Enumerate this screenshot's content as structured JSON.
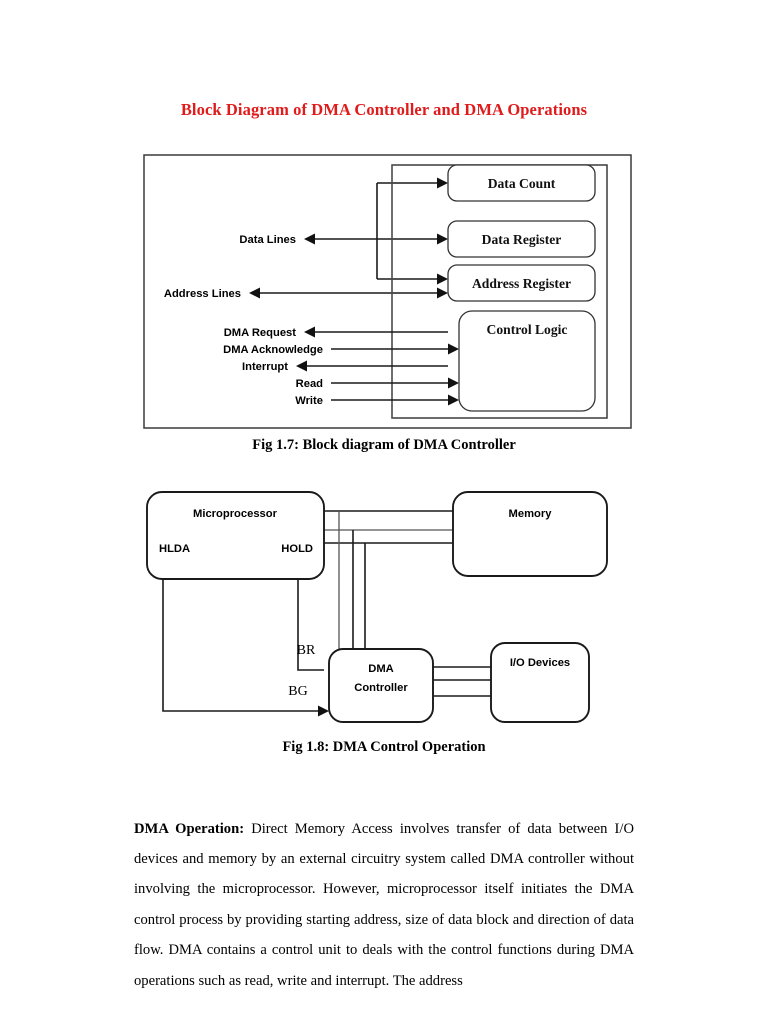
{
  "document": {
    "title": "Block Diagram of DMA Controller and DMA Operations",
    "title_color": "#e01b1b"
  },
  "figure1": {
    "caption": "Fig 1.7: Block diagram of DMA Controller",
    "blocks": [
      {
        "id": "data-count",
        "label": "Data Count"
      },
      {
        "id": "data-register",
        "label": "Data Register"
      },
      {
        "id": "address-register",
        "label": "Address Register"
      },
      {
        "id": "control-logic",
        "label": "Control Logic"
      }
    ],
    "signals": [
      {
        "id": "data-lines",
        "label": "Data Lines",
        "direction": "out"
      },
      {
        "id": "address-lines",
        "label": "Address Lines",
        "direction": "out"
      },
      {
        "id": "dma-request",
        "label": "DMA Request",
        "direction": "out"
      },
      {
        "id": "dma-acknowledge",
        "label": "DMA Acknowledge",
        "direction": "in"
      },
      {
        "id": "interrupt",
        "label": "Interrupt",
        "direction": "out"
      },
      {
        "id": "read",
        "label": "Read",
        "direction": "in"
      },
      {
        "id": "write",
        "label": "Write",
        "direction": "in"
      }
    ]
  },
  "figure2": {
    "caption": "Fig 1.8: DMA Control Operation",
    "blocks": [
      {
        "id": "microprocessor",
        "label": "Microprocessor"
      },
      {
        "id": "memory",
        "label": "Memory"
      },
      {
        "id": "dma-controller",
        "label_line1": "DMA",
        "label_line2": "Controller"
      },
      {
        "id": "io-devices",
        "label": "I/O Devices"
      }
    ],
    "pins": [
      {
        "id": "hlda",
        "label": "HLDA"
      },
      {
        "id": "hold",
        "label": "HOLD"
      }
    ],
    "signals": [
      {
        "id": "br",
        "label": "BR"
      },
      {
        "id": "bg",
        "label": "BG"
      }
    ]
  },
  "paragraph": {
    "lead": "DMA Operation:",
    "text": " Direct Memory Access involves transfer of data between I/O devices and memory by an external circuitry system called DMA controller without involving the microprocessor. However, microprocessor itself initiates the DMA control process by providing starting address, size of data block and direction of data flow. DMA contains a control unit to deals with the control functions during DMA operations such as read, write and interrupt. The address"
  }
}
